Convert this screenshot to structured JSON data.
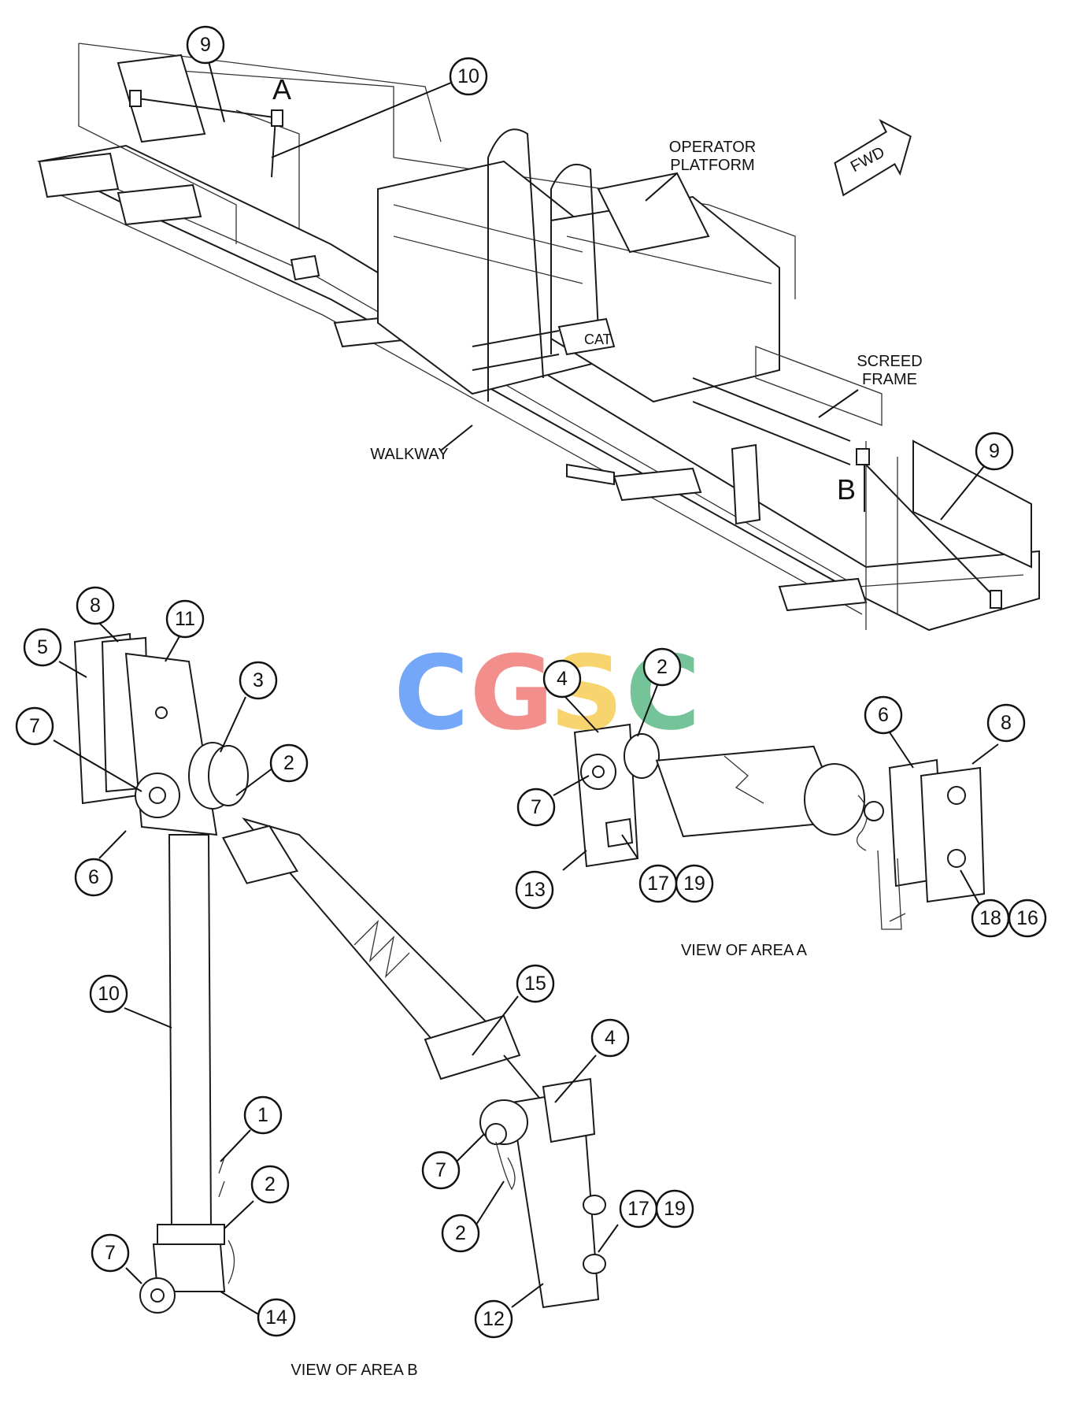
{
  "labels": {
    "operator_platform": [
      "OPERATOR",
      "PLATFORM"
    ],
    "screed_frame": [
      "SCREED",
      "FRAME"
    ],
    "walkway": "WALKWAY",
    "fwd": "FWD",
    "area_a": "A",
    "area_b": "B",
    "view_a": "VIEW OF AREA A",
    "view_b": "VIEW OF AREA B"
  },
  "watermark": {
    "letters": [
      "C",
      "G",
      "S",
      "C"
    ],
    "colors": [
      "#4f8ff7",
      "#ef6f6c",
      "#f6c945",
      "#4fb37c"
    ]
  },
  "callouts": {
    "top_9a": "9",
    "top_10": "10",
    "top_9b": "9",
    "b_8": "8",
    "b_11": "11",
    "b_5": "5",
    "b_3": "3",
    "b_7a": "7",
    "b_2a": "2",
    "b_6": "6",
    "b_10": "10",
    "b_15": "15",
    "b_4": "4",
    "b_1": "1",
    "b_2b": "2",
    "b_7b": "7",
    "b_7c": "7",
    "b_2c": "2",
    "b_17": "17",
    "b_19": "19",
    "b_14": "14",
    "b_12": "12",
    "a_4": "4",
    "a_2": "2",
    "a_6": "6",
    "a_8": "8",
    "a_7": "7",
    "a_13": "13",
    "a_17": "17",
    "a_19": "19",
    "a_18": "18",
    "a_16": "16"
  }
}
